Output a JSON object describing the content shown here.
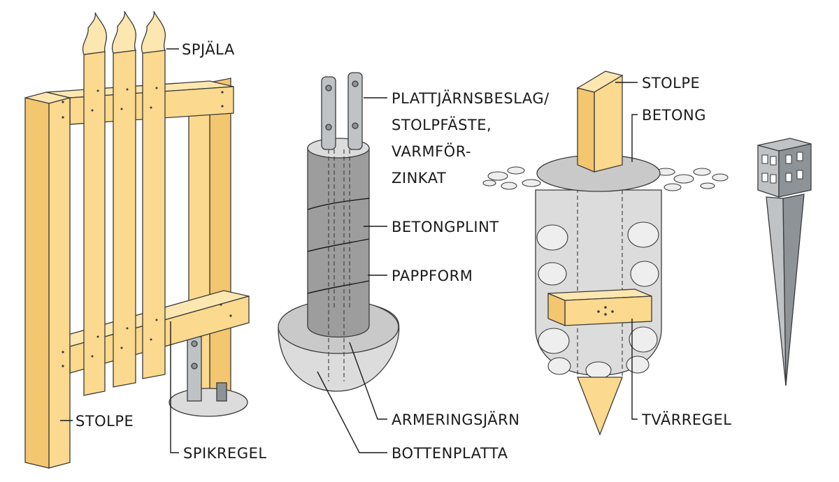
{
  "labels": {
    "spjala": "SPJÄLA",
    "stolpe_left": "STOLPE",
    "spikregel": "SPIKREGEL",
    "plattjarn_1": "PLATTJÄRNSBESLAG/",
    "plattjarn_2": "STOLPFÄSTE,",
    "plattjarn_3": "VARMFÖR-",
    "plattjarn_4": "ZINKAT",
    "betongplint": "BETONGPLINT",
    "pappform": "PAPPFORM",
    "armeringsjarn": "ARMERINGSJÄRN",
    "bottenplatta": "BOTTENPLATTA",
    "stolpe_right": "STOLPE",
    "betong": "BETONG",
    "tvarregel": "TVÄRREGEL"
  },
  "colors": {
    "wood": "#fbd98e",
    "concrete": "#c9c9c9",
    "metal": "#bfc3c6"
  }
}
